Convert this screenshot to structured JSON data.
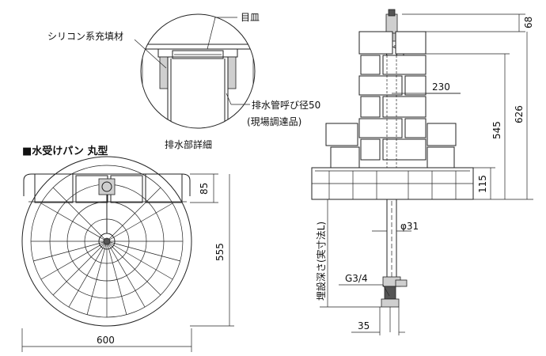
{
  "detail": {
    "label_meza": "目皿",
    "label_silicone": "シリコン系充填材",
    "label_drain_pipe": "排水管呼び径50",
    "label_field_procure": "(現場調達品)",
    "caption": "排水部詳細"
  },
  "plan": {
    "title": "■水受けパン 丸型",
    "dim_85": "85",
    "dim_555": "555",
    "dim_600": "600"
  },
  "side": {
    "dim_68": "68",
    "dim_230": "230",
    "dim_626": "626",
    "dim_545": "545",
    "dim_115": "115",
    "dim_phi31": "φ31",
    "dim_g34": "G3/4",
    "dim_35": "35",
    "label_burial": "埋設深さ(実寸法L)"
  }
}
